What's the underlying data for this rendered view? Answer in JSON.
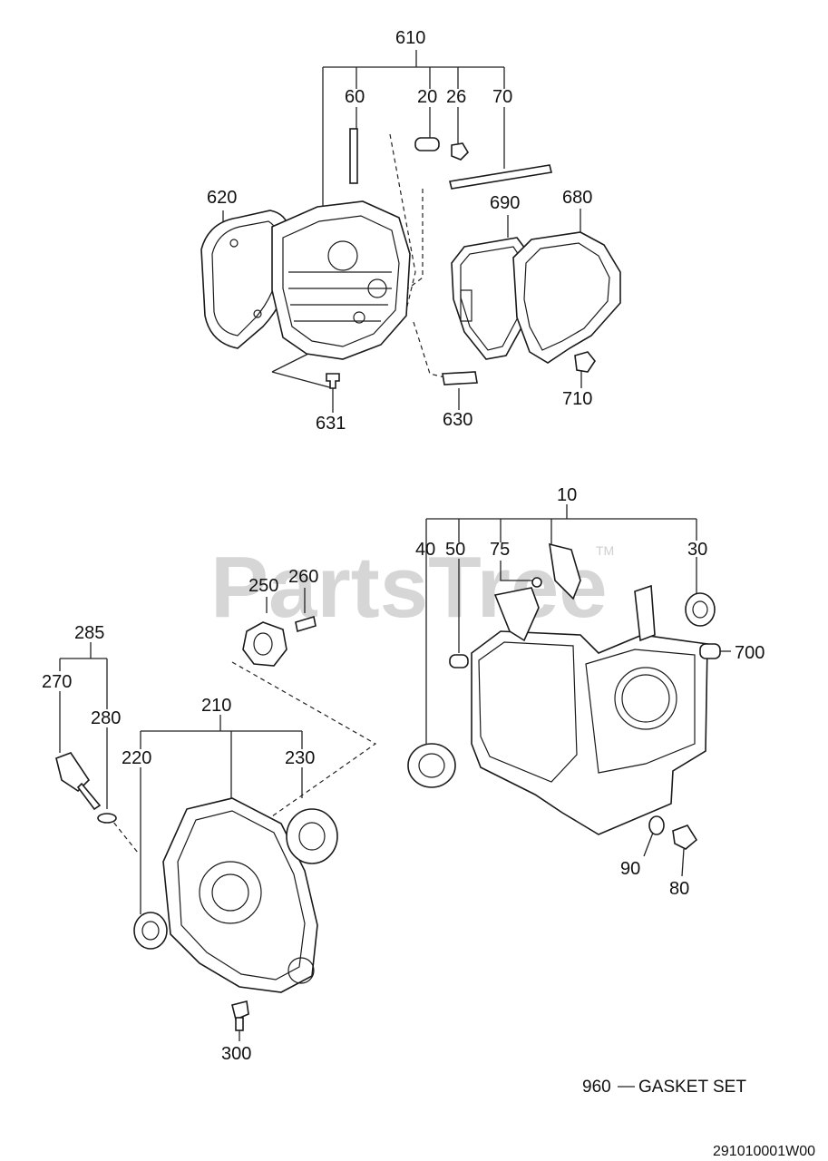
{
  "watermark": {
    "text": "PartsTree",
    "tm": "TM"
  },
  "callouts": {
    "c610": "610",
    "c60": "60",
    "c20": "20",
    "c26": "26",
    "c70": "70",
    "c620": "620",
    "c690": "690",
    "c680": "680",
    "c631": "631",
    "c630": "630",
    "c710": "710",
    "c10": "10",
    "c40": "40",
    "c50": "50",
    "c75": "75",
    "c30": "30",
    "c250": "250",
    "c260": "260",
    "c700": "700",
    "c285": "285",
    "c270": "270",
    "c280": "280",
    "c210": "210",
    "c220": "220",
    "c230": "230",
    "c90": "90",
    "c80": "80",
    "c300": "300"
  },
  "gasket_note": {
    "number": "960",
    "label": "GASKET SET"
  },
  "diagram_code": "291010001W00"
}
